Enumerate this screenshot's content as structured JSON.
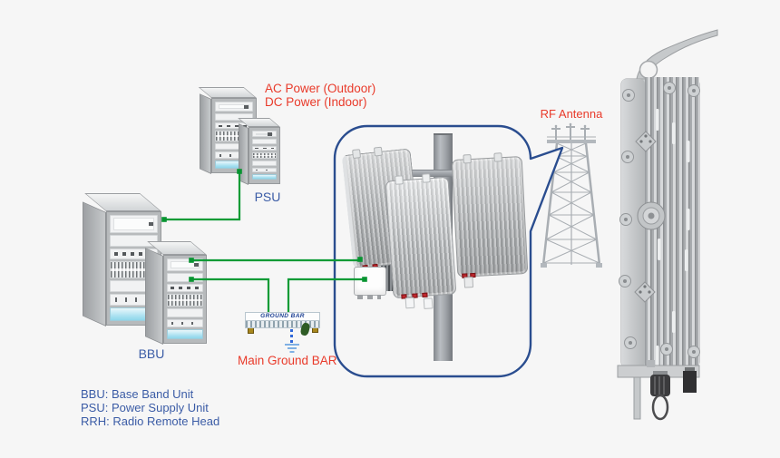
{
  "labels": {
    "ac_power": "AC Power (Outdoor)",
    "dc_power": "DC Power (Indoor)",
    "psu": "PSU",
    "bbu": "BBU",
    "rf_antenna": "RF Antenna",
    "main_ground_bar": "Main Ground BAR",
    "ground_bar_device": "GROUND BAR"
  },
  "legend": {
    "items": [
      "BBU: Base Band Unit",
      "PSU: Power Supply Unit",
      "RRH: Radio Remote Head"
    ]
  },
  "connections": [
    {
      "from": "PSU",
      "to": "BBU",
      "type": "power-cable"
    },
    {
      "from": "BBU",
      "to": "RRH",
      "type": "cable"
    },
    {
      "from": "BBU",
      "to": "Main Ground BAR",
      "type": "ground-cable"
    },
    {
      "from": "Main Ground BAR",
      "to": "RRH",
      "type": "ground-cable"
    }
  ],
  "colors": {
    "cable_green": "#0a9b35",
    "callout_blue": "#2a4d8f",
    "label_red": "#e93a2a",
    "label_blue": "#3b5ca6",
    "ground_dot_blue": "#2f67d8",
    "background": "#f6f6f6"
  }
}
